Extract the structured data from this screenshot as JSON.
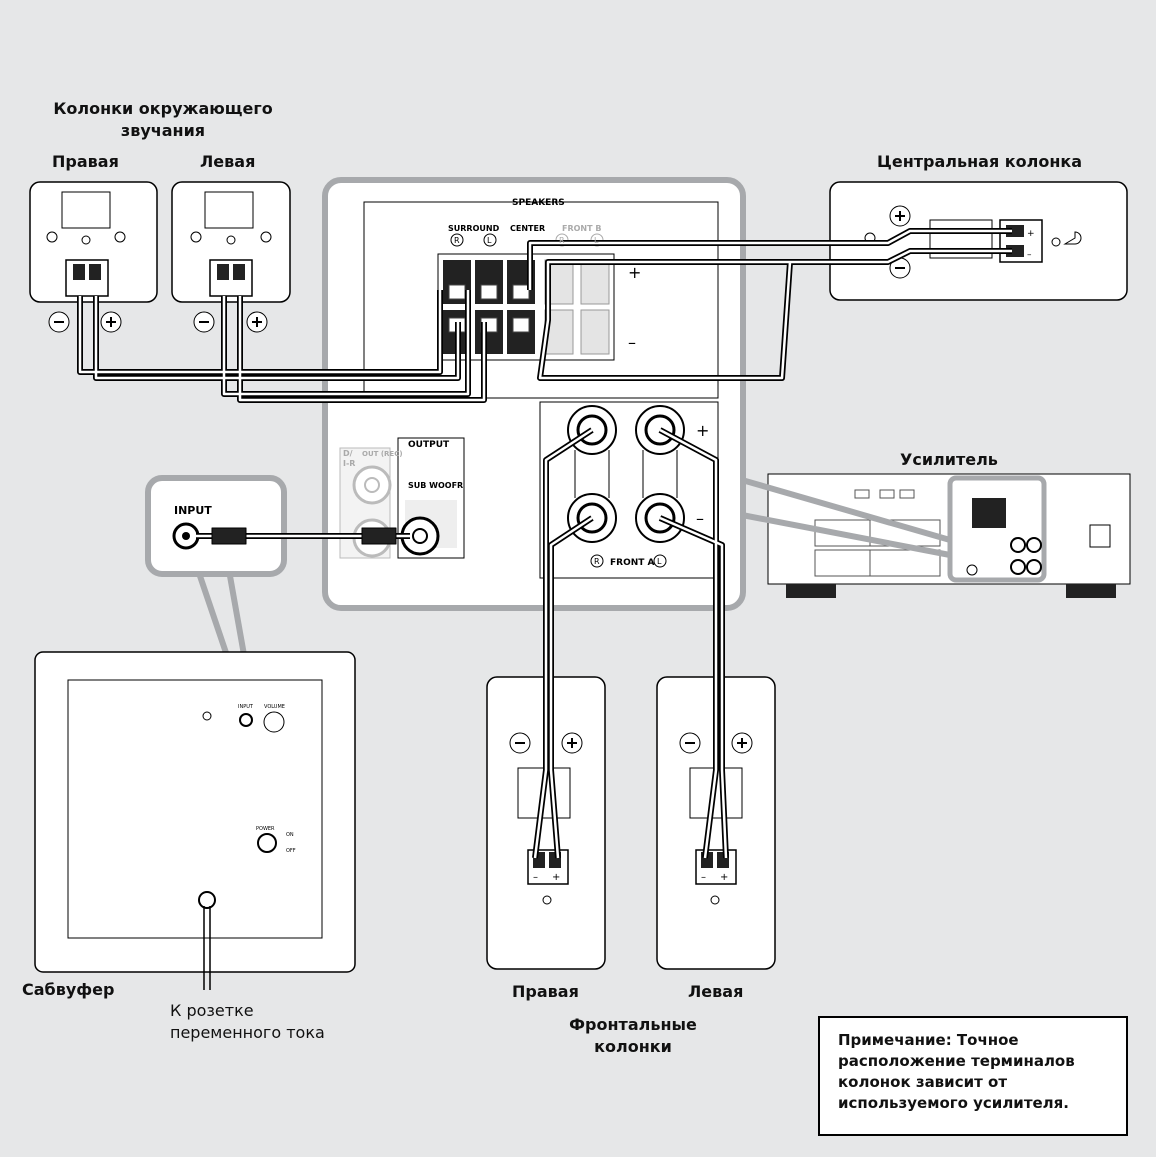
{
  "labels": {
    "surround_title": "Колонки окружающего звучания",
    "surround_right": "Правая",
    "surround_left": "Левая",
    "center": "Центральная колонка",
    "amplifier": "Усилитель",
    "subwoofer": "Сабвуфер",
    "ac_outlet": "К розетке переменного тока",
    "front_right": "Правая",
    "front_left": "Левая",
    "front_title": "Фронтальные колонки",
    "note": "Примечание: Точное расположение терминалов колонок зависит от используемого усилителя."
  },
  "panel": {
    "speakers": "SPEAKERS",
    "surround": "SURROUND",
    "center": "CENTER",
    "front_b": "FRONT B",
    "r": "R",
    "l": "L",
    "plus": "+",
    "minus": "–",
    "output": "OUTPUT",
    "dash": "D/",
    "ir": "I-R",
    "out_rec": "OUT (REC)",
    "sub_woofer": "SUB WOOFR",
    "front_a": "FRONT A"
  },
  "subwoofer_panel": {
    "input": "INPUT",
    "volume": "VOLUME",
    "power": "POWER",
    "on": "ON",
    "off": "OFF"
  }
}
